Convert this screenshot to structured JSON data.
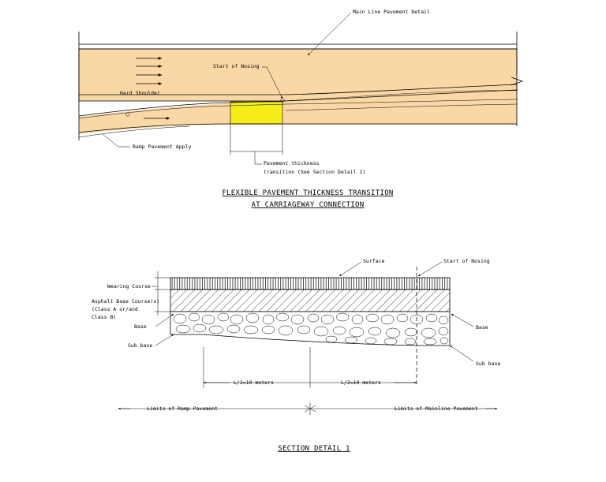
{
  "top_plan": {
    "main_line_label": "Main Line Pavement Detail",
    "start_nosing_label": "Start of Nosing",
    "hard_shoulder_label": "Hard Shoulder",
    "ramp_label": "Ramp Pavement Apply",
    "transition_label_1": "Pavement thickness",
    "transition_label_2": "transition (See Section Detail 1)",
    "title_line_1": "FLEXIBLE PAVEMENT THICKNESS TRANSITION",
    "title_line_2": "AT CARRIAGEWAY CONNECTION",
    "colors": {
      "pavement": "#fad8a6",
      "transition": "#f5ec1a"
    }
  },
  "section": {
    "surface_label": "Surface",
    "start_nosing_label": "Start of Nosing",
    "wearing_course_label": "Wearing Course",
    "asphalt_label_1": "Asphalt Base Course(s)",
    "asphalt_label_2": "(Class A or/and",
    "asphalt_label_3": "Class B)",
    "base_left_label": "Base",
    "subbase_left_label": "Sub base",
    "base_right_label": "Base",
    "subbase_right_label": "Sub base",
    "dim_left": "L/2=10 meters",
    "dim_right": "L/2=10 meters",
    "limits_ramp": "Limits of Ramp Pavement",
    "limits_mainline": "Limits of Mainline Pavement",
    "title": "SECTION DETAIL 1"
  }
}
